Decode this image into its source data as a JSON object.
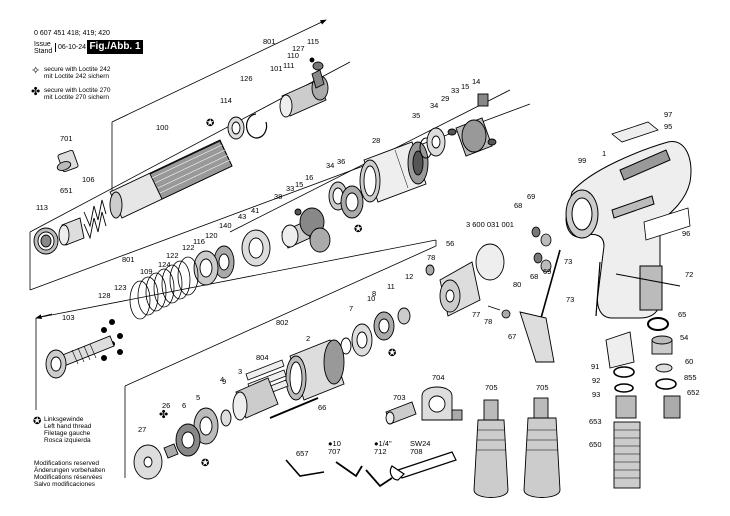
{
  "header": {
    "numbers": "0 607 451 418; 419; 420",
    "issue_label": "Issue",
    "stand_label": "Stand",
    "date": "06-10-24",
    "figure": "Fig./Abb. 1"
  },
  "legend": {
    "loctite242_en": "secure with Loctite 242",
    "loctite242_de": "mit Loctite 242 sichern",
    "loctite270_en": "secure with Loctite 270",
    "loctite270_de": "mit Loctite 270 sichern",
    "lefthand": [
      "Linksgewinde",
      "Left hand thread",
      "Filetage gauche",
      "Rosca izquierda"
    ],
    "modifications": [
      "Modifications reserved",
      "Änderungen vorbehalten",
      "Modifications réservées",
      "Salvo modificaciones"
    ]
  },
  "callouts": [
    {
      "id": "c801a",
      "text": "801"
    },
    {
      "id": "c115",
      "text": "115"
    },
    {
      "id": "c110",
      "text": "110"
    },
    {
      "id": "c127",
      "text": "127"
    },
    {
      "id": "c111",
      "text": "111"
    },
    {
      "id": "c101",
      "text": "101"
    },
    {
      "id": "c126",
      "text": "126"
    },
    {
      "id": "c114",
      "text": "114"
    },
    {
      "id": "c701",
      "text": "701"
    },
    {
      "id": "c100",
      "text": "100"
    },
    {
      "id": "c106",
      "text": "106"
    },
    {
      "id": "c651",
      "text": "651"
    },
    {
      "id": "c113",
      "text": "113"
    },
    {
      "id": "c28",
      "text": "28"
    },
    {
      "id": "c35",
      "text": "35"
    },
    {
      "id": "c34a",
      "text": "34"
    },
    {
      "id": "c29",
      "text": "29"
    },
    {
      "id": "c33a",
      "text": "33"
    },
    {
      "id": "c15a",
      "text": "15"
    },
    {
      "id": "c14",
      "text": "14"
    },
    {
      "id": "c97",
      "text": "97"
    },
    {
      "id": "c95",
      "text": "95"
    },
    {
      "id": "c99",
      "text": "99"
    },
    {
      "id": "c1",
      "text": "1"
    },
    {
      "id": "c34b",
      "text": "34"
    },
    {
      "id": "c36",
      "text": "36"
    },
    {
      "id": "c38",
      "text": "38"
    },
    {
      "id": "c33b",
      "text": "33"
    },
    {
      "id": "c15b",
      "text": "15"
    },
    {
      "id": "c16",
      "text": "16"
    },
    {
      "id": "c43",
      "text": "43"
    },
    {
      "id": "c41",
      "text": "41"
    },
    {
      "id": "c140",
      "text": "140"
    },
    {
      "id": "c120",
      "text": "120"
    },
    {
      "id": "c116",
      "text": "116"
    },
    {
      "id": "c122a",
      "text": "122"
    },
    {
      "id": "c124",
      "text": "124"
    },
    {
      "id": "c122b",
      "text": "122"
    },
    {
      "id": "c109",
      "text": "109"
    },
    {
      "id": "c801b",
      "text": "801"
    },
    {
      "id": "c69a",
      "text": "69"
    },
    {
      "id": "c68a",
      "text": "68"
    },
    {
      "id": "c3600",
      "text": "3 600 031 001"
    },
    {
      "id": "c96",
      "text": "96"
    },
    {
      "id": "c78a",
      "text": "78"
    },
    {
      "id": "c56",
      "text": "56"
    },
    {
      "id": "c69b",
      "text": "69"
    },
    {
      "id": "c68b",
      "text": "68"
    },
    {
      "id": "c73a",
      "text": "73"
    },
    {
      "id": "c80",
      "text": "80"
    },
    {
      "id": "c72",
      "text": "72"
    },
    {
      "id": "c128",
      "text": "128"
    },
    {
      "id": "c123",
      "text": "123"
    },
    {
      "id": "c103",
      "text": "103"
    },
    {
      "id": "c12",
      "text": "12"
    },
    {
      "id": "c11",
      "text": "11"
    },
    {
      "id": "c10",
      "text": "10"
    },
    {
      "id": "c8",
      "text": "8"
    },
    {
      "id": "c802",
      "text": "802"
    },
    {
      "id": "c2",
      "text": "2"
    },
    {
      "id": "c7",
      "text": "7"
    },
    {
      "id": "c73b",
      "text": "73"
    },
    {
      "id": "c77",
      "text": "77"
    },
    {
      "id": "c78b",
      "text": "78"
    },
    {
      "id": "c65",
      "text": "65"
    },
    {
      "id": "c67",
      "text": "67"
    },
    {
      "id": "c54",
      "text": "54"
    },
    {
      "id": "c804",
      "text": "804"
    },
    {
      "id": "c3",
      "text": "3"
    },
    {
      "id": "c4",
      "text": "4"
    },
    {
      "id": "c91",
      "text": "91"
    },
    {
      "id": "c60",
      "text": "60"
    },
    {
      "id": "c855",
      "text": "855"
    },
    {
      "id": "c92",
      "text": "92"
    },
    {
      "id": "c652",
      "text": "652"
    },
    {
      "id": "c93",
      "text": "93"
    },
    {
      "id": "c9",
      "text": "9"
    },
    {
      "id": "c5",
      "text": "5"
    },
    {
      "id": "c6",
      "text": "6"
    },
    {
      "id": "c703",
      "text": "703"
    },
    {
      "id": "c704",
      "text": "704"
    },
    {
      "id": "c705a",
      "text": "705"
    },
    {
      "id": "c705b",
      "text": "705"
    },
    {
      "id": "c653",
      "text": "653"
    },
    {
      "id": "c66",
      "text": "66"
    },
    {
      "id": "c26",
      "text": "26"
    },
    {
      "id": "c27",
      "text": "27"
    },
    {
      "id": "c650",
      "text": "650"
    },
    {
      "id": "c707",
      "text": "●10\n707"
    },
    {
      "id": "c712",
      "text": "●1/4\"\n712"
    },
    {
      "id": "c708",
      "text": "SW24\n708"
    },
    {
      "id": "c657",
      "text": "657"
    }
  ]
}
